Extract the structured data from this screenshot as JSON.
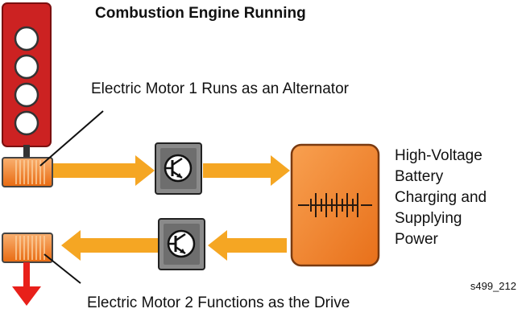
{
  "title": "Combustion Engine Running",
  "motor1_label": "Electric Motor 1 Runs as an Alternator",
  "motor2_label": "Electric Motor 2 Functions as the Drive",
  "battery_label_lines": [
    "High-Voltage",
    "Battery",
    "Charging and",
    "Supplying",
    "Power"
  ],
  "figure_id": "s499_212",
  "colors": {
    "engine_red": "#cc2222",
    "flow_orange": "#f5a623",
    "battery_orange": "#f08020",
    "inverter_gray": "#7a7a7a",
    "drive_arrow_red": "#e8201a"
  },
  "icons": {
    "engine": "traffic-light-style-engine-icon",
    "motor": "motor-coil-icon",
    "inverter": "transistor-icon",
    "battery": "battery-cells-icon",
    "drive": "down-arrow-icon"
  }
}
